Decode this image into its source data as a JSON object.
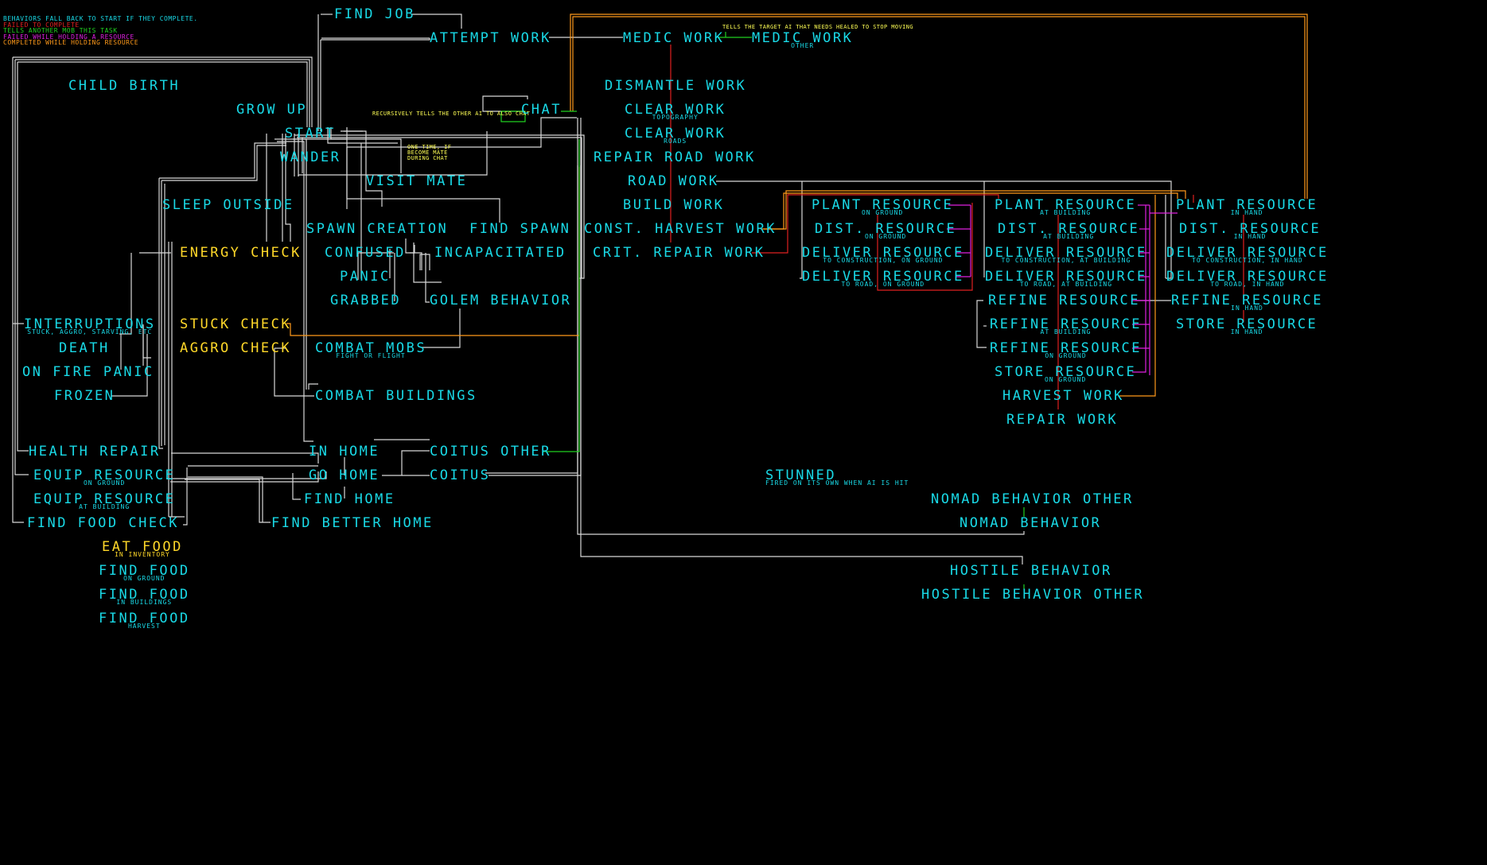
{
  "legend": [
    {
      "text": "BEHAVIORS FALL BACK TO START IF THEY COMPLETE.",
      "color": "#19d9e6"
    },
    {
      "text": "FAILED TO COMPLETE",
      "color": "#e02020"
    },
    {
      "text": "TELLS ANOTHER MOB THIS TASK",
      "color": "#20d020"
    },
    {
      "text": "FAILED WHILE HOLDING A RESOURCE",
      "color": "#e020e0"
    },
    {
      "text": "COMPLETED WHILE HOLDING RESOURCE",
      "color": "#ff9a1a"
    }
  ],
  "notes": {
    "chat_recursive": "RECURSIVELY TELLS THE OTHER AI TO ALSO CHAT",
    "one_time": "ONE TIME, IF BECOME MATE DURING CHAT",
    "medic_target": "TELLS THE TARGET AI THAT NEEDS HEALED TO STOP MOVING"
  },
  "nodes": {
    "find_job": {
      "label": "FIND JOB"
    },
    "attempt_work": {
      "label": "ATTEMPT WORK"
    },
    "medic_work": {
      "label": "MEDIC WORK"
    },
    "medic_work_other": {
      "label": "MEDIC WORK",
      "sub": "OTHER"
    },
    "child_birth": {
      "label": "CHILD BIRTH"
    },
    "grow_up": {
      "label": "GROW UP"
    },
    "start": {
      "label": "START"
    },
    "chat": {
      "label": "CHAT"
    },
    "wander": {
      "label": "WANDER"
    },
    "visit_mate": {
      "label": "VISIT MATE"
    },
    "sleep_outside": {
      "label": "SLEEP OUTSIDE"
    },
    "spawn_creation": {
      "label": "SPAWN CREATION"
    },
    "find_spawn": {
      "label": "FIND SPAWN"
    },
    "energy_check": {
      "label": "ENERGY CHECK"
    },
    "confused": {
      "label": "CONFUSED"
    },
    "incapacitated": {
      "label": "INCAPACITATED"
    },
    "panic": {
      "label": "PANIC"
    },
    "grabbed": {
      "label": "GRABBED"
    },
    "golem_behavior": {
      "label": "GOLEM BEHAVIOR"
    },
    "interruptions": {
      "label": "INTERRUPTIONS",
      "sub": "STUCK, AGGRO, STARVING, ETC"
    },
    "stuck_check": {
      "label": "STUCK CHECK"
    },
    "death": {
      "label": "DEATH"
    },
    "aggro_check": {
      "label": "AGGRO CHECK"
    },
    "combat_mobs": {
      "label": "COMBAT MOBS",
      "sub": "FIGHT OR FLIGHT"
    },
    "on_fire_panic": {
      "label": "ON FIRE PANIC"
    },
    "frozen": {
      "label": "FROZEN"
    },
    "combat_buildings": {
      "label": "COMBAT BUILDINGS"
    },
    "health_repair": {
      "label": "HEALTH REPAIR"
    },
    "in_home": {
      "label": "IN HOME"
    },
    "coitus_other": {
      "label": "COITUS OTHER"
    },
    "equip_resource_ground": {
      "label": "EQUIP RESOURCE",
      "sub": "ON GROUND"
    },
    "go_home": {
      "label": "GO HOME"
    },
    "coitus": {
      "label": "COITUS"
    },
    "equip_resource_building": {
      "label": "EQUIP RESOURCE",
      "sub": "AT BUILDING"
    },
    "find_home": {
      "label": "FIND HOME"
    },
    "find_food_check": {
      "label": "FIND FOOD CHECK"
    },
    "find_better_home": {
      "label": "FIND BETTER HOME"
    },
    "eat_food": {
      "label": "EAT FOOD",
      "sub": "IN INVENTORY"
    },
    "find_food_ground": {
      "label": "FIND FOOD",
      "sub": "ON GROUND"
    },
    "find_food_buildings": {
      "label": "FIND FOOD",
      "sub": "IN BUILDINGS"
    },
    "find_food_harvest": {
      "label": "FIND FOOD",
      "sub": "HARVEST"
    },
    "dismantle_work": {
      "label": "DISMANTLE WORK"
    },
    "clear_work_topo": {
      "label": "CLEAR WORK",
      "sub": "TOPOGRAPHY"
    },
    "clear_work_roads": {
      "label": "CLEAR WORK",
      "sub": "ROADS"
    },
    "repair_road_work": {
      "label": "REPAIR ROAD WORK"
    },
    "road_work": {
      "label": "ROAD WORK"
    },
    "build_work": {
      "label": "BUILD WORK"
    },
    "const_harvest_work": {
      "label": "CONST. HARVEST WORK"
    },
    "crit_repair_work": {
      "label": "CRIT. REPAIR WORK"
    },
    "plant_res_ground": {
      "label": "PLANT RESOURCE",
      "sub": "ON GROUND"
    },
    "dist_res_ground": {
      "label": "DIST. RESOURCE",
      "sub": "ON GROUND"
    },
    "deliver_res_const_ground": {
      "label": "DELIVER RESOURCE",
      "sub": "TO CONSTRUCTION, ON GROUND"
    },
    "deliver_res_road_ground": {
      "label": "DELIVER RESOURCE",
      "sub": "TO ROAD, ON GROUND"
    },
    "plant_res_building": {
      "label": "PLANT RESOURCE",
      "sub": "AT BUILDING"
    },
    "dist_res_building": {
      "label": "DIST. RESOURCE",
      "sub": "AT BUILDING"
    },
    "deliver_res_const_building": {
      "label": "DELIVER RESOURCE",
      "sub": "TO CONSTRUCTION, AT BUILDING"
    },
    "deliver_res_road_building": {
      "label": "DELIVER RESOURCE",
      "sub": "TO ROAD, AT BUILDING"
    },
    "refine_res": {
      "label": "REFINE RESOURCE"
    },
    "refine_res_building": {
      "label": "REFINE RESOURCE",
      "sub": "AT BUILDING"
    },
    "refine_res_ground": {
      "label": "REFINE RESOURCE",
      "sub": "ON GROUND"
    },
    "store_res_ground": {
      "label": "STORE RESOURCE",
      "sub": "ON GROUND"
    },
    "harvest_work": {
      "label": "HARVEST WORK"
    },
    "repair_work": {
      "label": "REPAIR WORK"
    },
    "plant_res_hand": {
      "label": "PLANT RESOURCE",
      "sub": "IN HAND"
    },
    "dist_res_hand": {
      "label": "DIST. RESOURCE",
      "sub": "IN HAND"
    },
    "deliver_res_const_hand": {
      "label": "DELIVER RESOURCE",
      "sub": "TO CONSTRUCTION, IN HAND"
    },
    "deliver_res_road_hand": {
      "label": "DELIVER RESOURCE",
      "sub": "TO ROAD, IN HAND"
    },
    "refine_res_hand": {
      "label": "REFINE RESOURCE",
      "sub": "IN HAND"
    },
    "store_res_hand": {
      "label": "STORE RESOURCE",
      "sub": "IN HAND"
    },
    "stunned": {
      "label": "STUNNED",
      "sub": "FIRED ON ITS OWN WHEN AI IS HIT"
    },
    "nomad_behavior_other": {
      "label": "NOMAD BEHAVIOR OTHER"
    },
    "nomad_behavior": {
      "label": "NOMAD BEHAVIOR"
    },
    "hostile_behavior": {
      "label": "HOSTILE BEHAVIOR"
    },
    "hostile_behavior_other": {
      "label": "HOSTILE BEHAVIOR OTHER"
    }
  }
}
